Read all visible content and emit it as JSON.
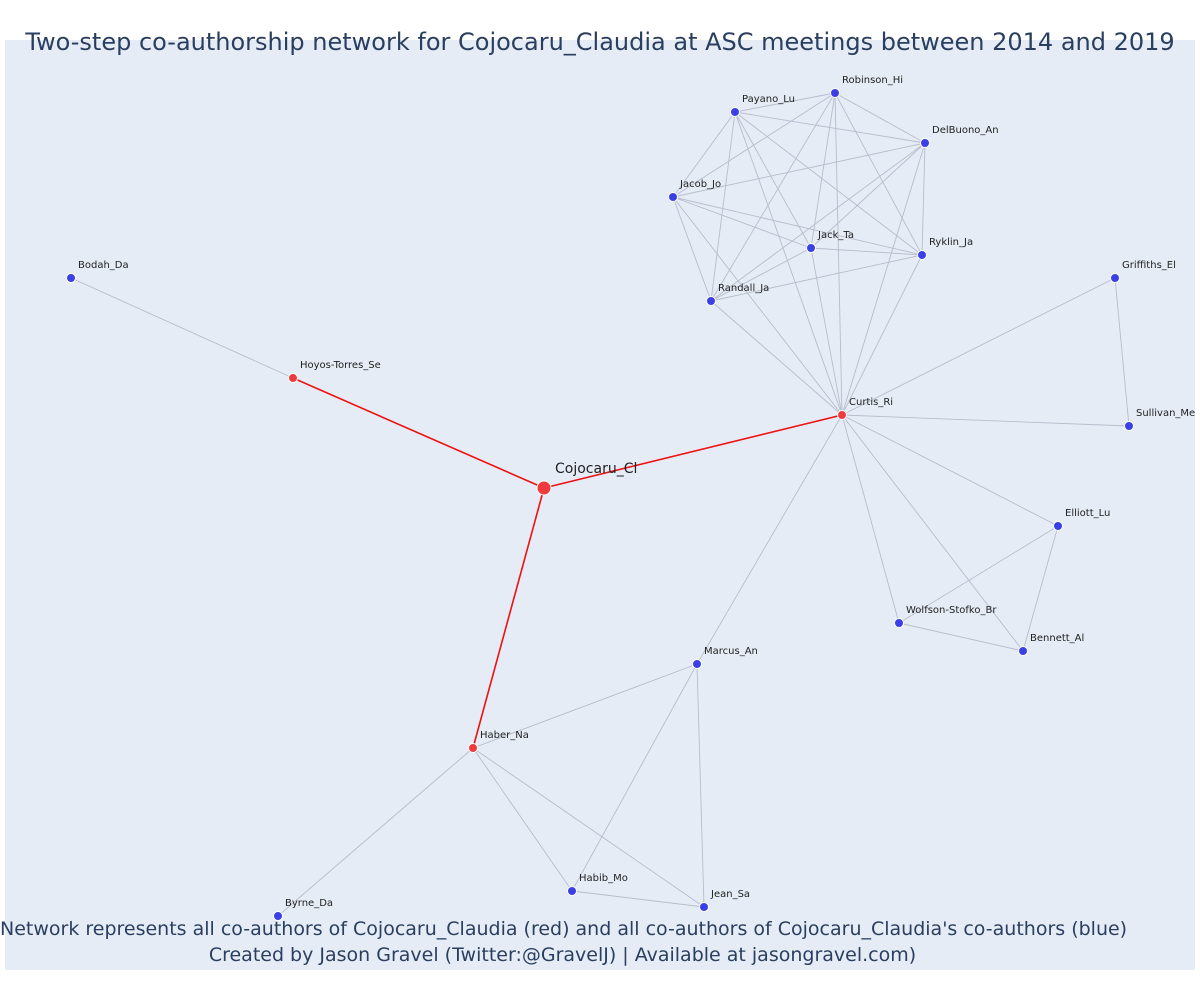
{
  "title": "Two-step co-authorship network for Cojocaru_Claudia at ASC meetings between 2014 and 2019",
  "caption_line1": "Network represents all co-authors of Cojocaru_Claudia (red) and all co-authors of Cojocaru_Claudia's co-authors (blue)",
  "caption_line2": "Created by Jason Gravel (Twitter:@GravelJ) | Available at jasongravel.com)",
  "colors": {
    "background": "#e5ecf6",
    "ego_edge": "#ee1111",
    "other_edge": "#b8bccb",
    "red_node": "#ef3b3b",
    "blue_node": "#3b3fe6",
    "text": "#2a3f5f"
  },
  "nodes": [
    {
      "id": "Cojocaru_Cl",
      "group": "ego"
    },
    {
      "id": "Hoyos-Torres_Se",
      "group": "red"
    },
    {
      "id": "Curtis_Ri",
      "group": "red"
    },
    {
      "id": "Haber_Na",
      "group": "red"
    },
    {
      "id": "Bodah_Da",
      "group": "blue"
    },
    {
      "id": "Robinson_Hi",
      "group": "blue"
    },
    {
      "id": "Payano_Lu",
      "group": "blue"
    },
    {
      "id": "DelBuono_An",
      "group": "blue"
    },
    {
      "id": "Jacob_Jo",
      "group": "blue"
    },
    {
      "id": "Jack_Ta",
      "group": "blue"
    },
    {
      "id": "Ryklin_Ja",
      "group": "blue"
    },
    {
      "id": "Randall_Ja",
      "group": "blue"
    },
    {
      "id": "Griffiths_El",
      "group": "blue"
    },
    {
      "id": "Sullivan_Me",
      "group": "blue"
    },
    {
      "id": "Elliott_Lu",
      "group": "blue"
    },
    {
      "id": "Wolfson-Stofko_Br",
      "group": "blue"
    },
    {
      "id": "Bennett_Al",
      "group": "blue"
    },
    {
      "id": "Marcus_An",
      "group": "blue"
    },
    {
      "id": "Habib_Mo",
      "group": "blue"
    },
    {
      "id": "Jean_Sa",
      "group": "blue"
    },
    {
      "id": "Byrne_Da",
      "group": "blue"
    }
  ],
  "edges": [
    [
      "Cojocaru_Cl",
      "Hoyos-Torres_Se"
    ],
    [
      "Cojocaru_Cl",
      "Curtis_Ri"
    ],
    [
      "Cojocaru_Cl",
      "Haber_Na"
    ],
    [
      "Hoyos-Torres_Se",
      "Bodah_Da"
    ],
    [
      "Robinson_Hi",
      "Payano_Lu"
    ],
    [
      "Robinson_Hi",
      "DelBuono_An"
    ],
    [
      "Robinson_Hi",
      "Jacob_Jo"
    ],
    [
      "Robinson_Hi",
      "Jack_Ta"
    ],
    [
      "Robinson_Hi",
      "Ryklin_Ja"
    ],
    [
      "Robinson_Hi",
      "Randall_Ja"
    ],
    [
      "Robinson_Hi",
      "Curtis_Ri"
    ],
    [
      "Payano_Lu",
      "DelBuono_An"
    ],
    [
      "Payano_Lu",
      "Jacob_Jo"
    ],
    [
      "Payano_Lu",
      "Jack_Ta"
    ],
    [
      "Payano_Lu",
      "Ryklin_Ja"
    ],
    [
      "Payano_Lu",
      "Randall_Ja"
    ],
    [
      "Payano_Lu",
      "Curtis_Ri"
    ],
    [
      "DelBuono_An",
      "Jacob_Jo"
    ],
    [
      "DelBuono_An",
      "Jack_Ta"
    ],
    [
      "DelBuono_An",
      "Ryklin_Ja"
    ],
    [
      "DelBuono_An",
      "Randall_Ja"
    ],
    [
      "DelBuono_An",
      "Curtis_Ri"
    ],
    [
      "Jacob_Jo",
      "Jack_Ta"
    ],
    [
      "Jacob_Jo",
      "Ryklin_Ja"
    ],
    [
      "Jacob_Jo",
      "Randall_Ja"
    ],
    [
      "Jacob_Jo",
      "Curtis_Ri"
    ],
    [
      "Jack_Ta",
      "Ryklin_Ja"
    ],
    [
      "Jack_Ta",
      "Randall_Ja"
    ],
    [
      "Jack_Ta",
      "Curtis_Ri"
    ],
    [
      "Ryklin_Ja",
      "Randall_Ja"
    ],
    [
      "Ryklin_Ja",
      "Curtis_Ri"
    ],
    [
      "Randall_Ja",
      "Curtis_Ri"
    ],
    [
      "Curtis_Ri",
      "Griffiths_El"
    ],
    [
      "Curtis_Ri",
      "Sullivan_Me"
    ],
    [
      "Griffiths_El",
      "Sullivan_Me"
    ],
    [
      "Curtis_Ri",
      "Elliott_Lu"
    ],
    [
      "Curtis_Ri",
      "Wolfson-Stofko_Br"
    ],
    [
      "Curtis_Ri",
      "Bennett_Al"
    ],
    [
      "Elliott_Lu",
      "Wolfson-Stofko_Br"
    ],
    [
      "Elliott_Lu",
      "Bennett_Al"
    ],
    [
      "Wolfson-Stofko_Br",
      "Bennett_Al"
    ],
    [
      "Curtis_Ri",
      "Marcus_An"
    ],
    [
      "Haber_Na",
      "Marcus_An"
    ],
    [
      "Haber_Na",
      "Habib_Mo"
    ],
    [
      "Haber_Na",
      "Jean_Sa"
    ],
    [
      "Haber_Na",
      "Byrne_Da"
    ],
    [
      "Marcus_An",
      "Habib_Mo"
    ],
    [
      "Marcus_An",
      "Jean_Sa"
    ],
    [
      "Habib_Mo",
      "Jean_Sa"
    ]
  ]
}
